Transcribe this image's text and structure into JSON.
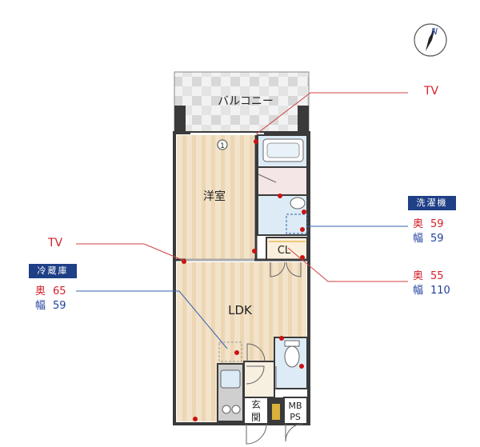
{
  "rooms": {
    "balcony": "バルコニー",
    "western_room": "洋室",
    "ldk": "LDK",
    "closet": "CL",
    "entrance": "玄関",
    "meter_box": "MB",
    "pipe_space": "PS",
    "marker": "1"
  },
  "callouts": {
    "tv_top": "TV",
    "tv_left": "TV",
    "washer": {
      "title": "洗濯機",
      "depth_label": "奥",
      "depth_value": "59",
      "width_label": "幅",
      "width_value": "59"
    },
    "fridge": {
      "title": "冷蔵庫",
      "depth_label": "奥",
      "depth_value": "65",
      "width_label": "幅",
      "width_value": "59"
    },
    "closet_dims": {
      "depth_label": "奥",
      "depth_value": "55",
      "width_label": "幅",
      "width_value": "110"
    }
  },
  "compass": {
    "label": "N"
  },
  "colors": {
    "wall": "#3a3a3a",
    "floor_wood": "#f1e1c8",
    "wet_area": "#d9e9f4",
    "leader_line": "#d04040",
    "leader_line_blue": "#3060b0",
    "header_bg": "#1f3f86",
    "outlet": "#cc1111"
  }
}
